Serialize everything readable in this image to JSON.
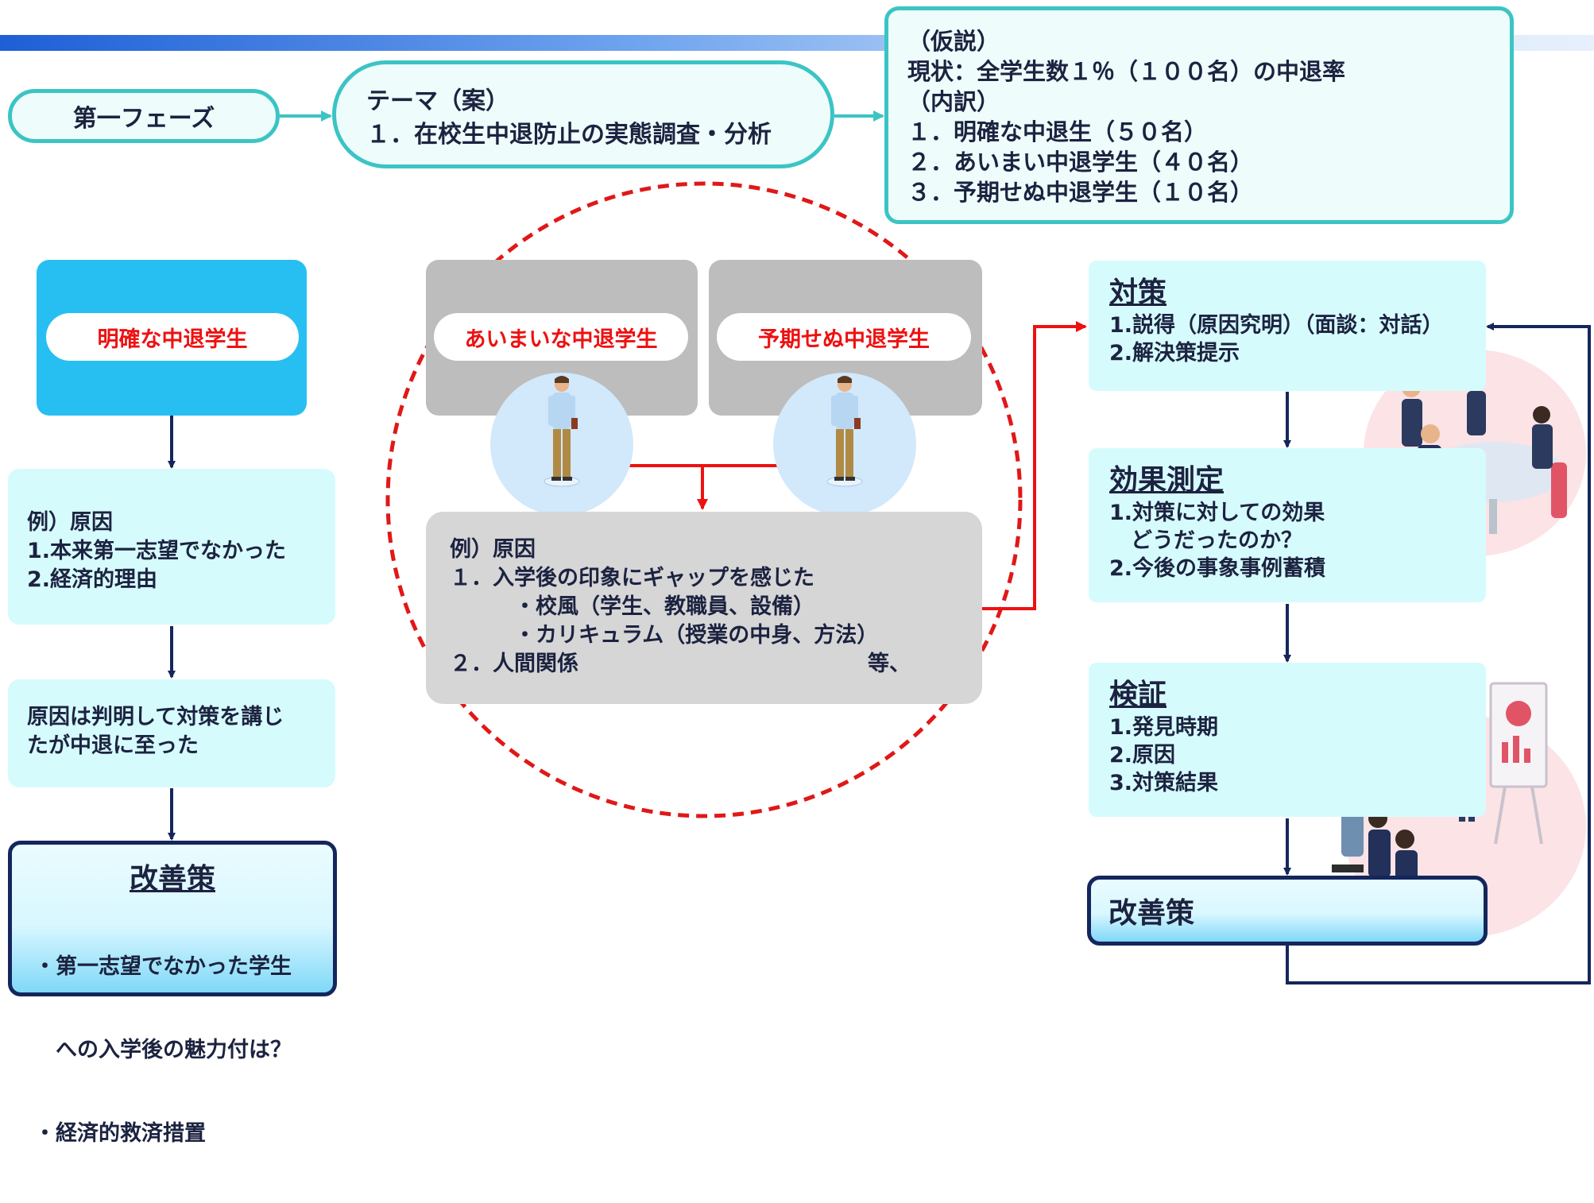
{
  "phase": {
    "label": "第一フェーズ"
  },
  "theme": {
    "title": "テーマ（案）",
    "item": "１．在校生中退防止の実態調査・分析"
  },
  "hypothesis": {
    "title": "（仮説）",
    "status": "現状：全学生数１％（１００名）の中退率",
    "breakdown_title": "（内訳）",
    "items": [
      "１．明確な中退生（５０名）",
      "２．あいまい中退学生（４０名）",
      "３．予期せぬ中退学生（１０名）"
    ]
  },
  "left": {
    "header": "明確な中退学生",
    "cause_title": "例）原因",
    "causes": [
      "1.本来第一志望でなかった",
      "2.経済的理由"
    ],
    "result_lines": [
      "原因は判明して対策を講じ",
      "たが中退に至った"
    ],
    "improve_title": "改善策",
    "improve_items": [
      "・第一志望でなかった学生",
      "　への入学後の魅力付は？",
      "・経済的救済措置"
    ]
  },
  "middle": {
    "ambiguous_label": "あいまいな中退学生",
    "unexpected_label": "予期せぬ中退学生",
    "cause_title": "例）原因",
    "lines": [
      "１．入学後の印象にギャップを感じた",
      "　　　・校風（学生、教職員、設備）",
      "　　　・カリキュラム（授業の中身、方法）",
      "２．人間関係"
    ],
    "etc": "等、"
  },
  "right": {
    "measures": {
      "title": "対策",
      "items": [
        "1.説得（原因究明）（面談：対話）",
        "2.解決策提示"
      ]
    },
    "effect": {
      "title": "効果測定",
      "items": [
        "1.対策に対しての効果",
        "　どうだったのか？",
        "2.今後の事象事例蓄積"
      ]
    },
    "verify": {
      "title": "検証",
      "items": [
        "1.発見時期",
        "2.原因",
        "3.対策結果"
      ]
    },
    "improve_title": "改善策"
  },
  "icons": [
    "person-icon",
    "meeting-illustration",
    "presentation-illustration",
    "arrow-icon"
  ],
  "colors": {
    "accent_teal": "#3cc4c4",
    "light_cyan": "#d6fbfd",
    "header_blue": "#27bff2",
    "red": "#ee1111",
    "navy": "#14265c",
    "grey": "#bdbdbd"
  }
}
